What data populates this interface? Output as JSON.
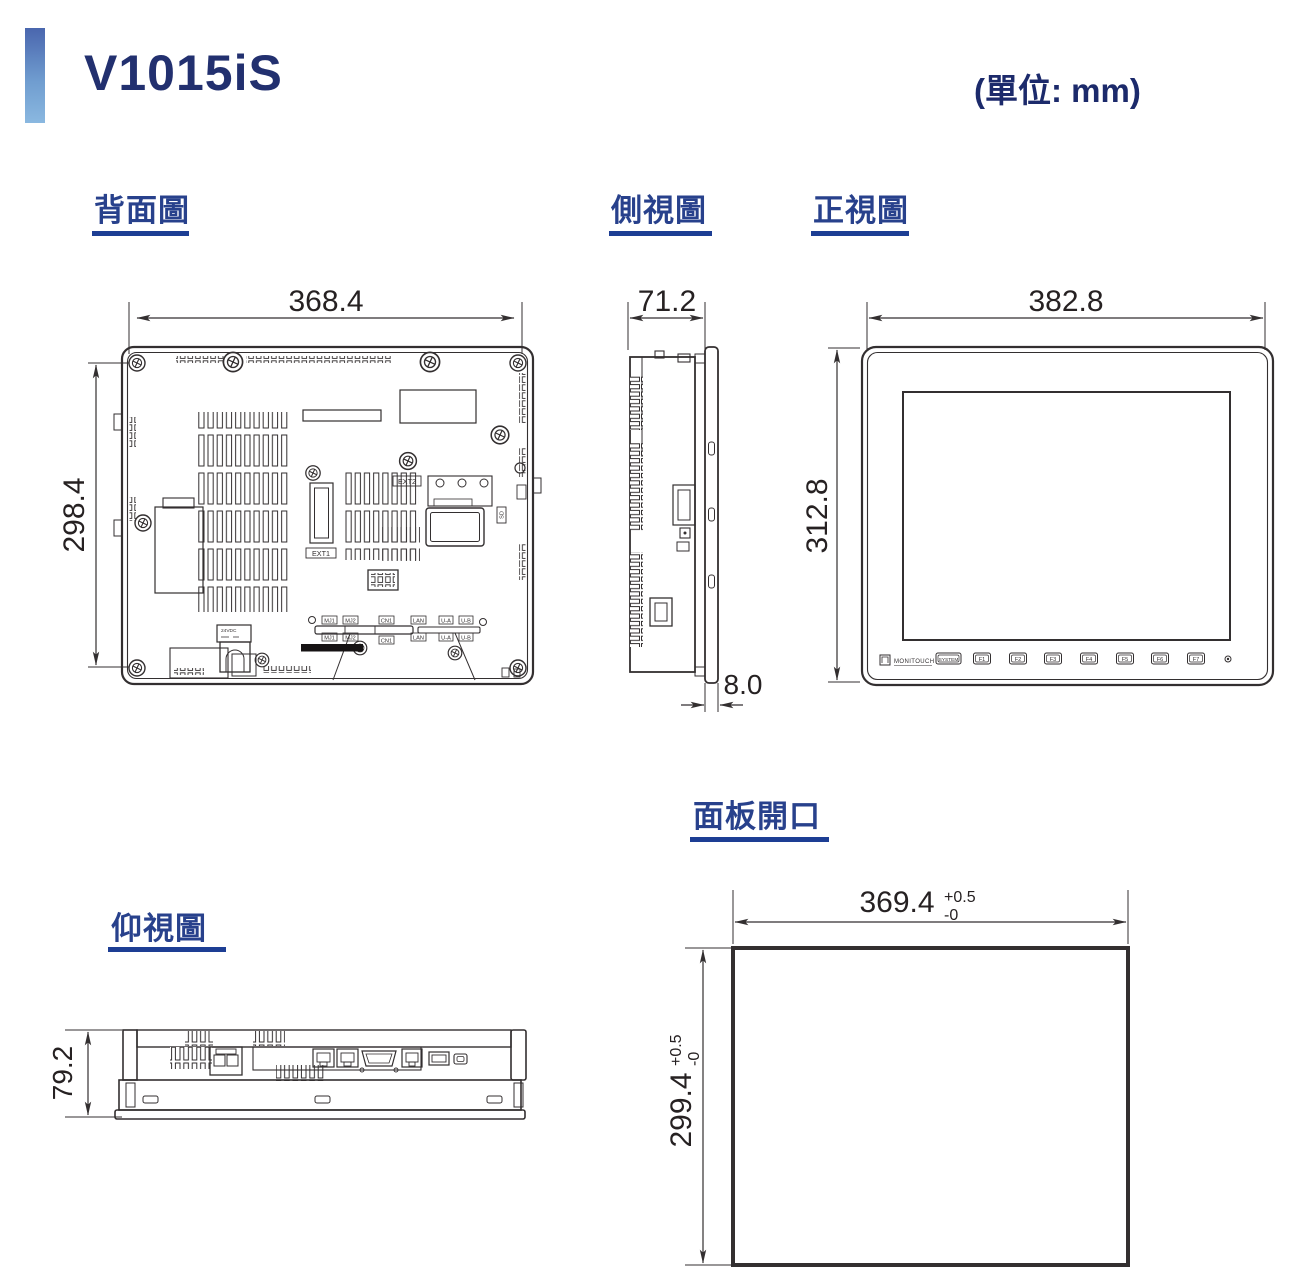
{
  "header": {
    "title": "V1015iS",
    "unit": "(單位: mm)"
  },
  "views": {
    "rear": {
      "label": "背面圖"
    },
    "side": {
      "label": "側視圖"
    },
    "front": {
      "label": "正視圖"
    },
    "bottom": {
      "label": "仰視圖"
    },
    "cutout": {
      "label": "面板開口"
    }
  },
  "dims": {
    "rear_width": "368.4",
    "rear_height": "298.4",
    "side_depth": "71.2",
    "side_panel_thickness": "8.0",
    "front_width": "382.8",
    "front_height": "312.8",
    "bottom_height": "79.2",
    "cutout_width": "369.4",
    "cutout_height": "299.4",
    "tol_plus": "+0.5",
    "tol_minus": "-0"
  },
  "rear_labels": {
    "power": "24VDC",
    "ext1": "EXT1",
    "ext2": "EXT2",
    "sd": "SD",
    "mj1": "MJ1",
    "mj2": "MJ2",
    "cn1": "CN1",
    "lan": "LAN",
    "usb_a": "U-A",
    "usb_b": "U-B"
  },
  "front_labels": {
    "brand": "MONITOUCH",
    "buttons": [
      "SYSTEM",
      "F1",
      "F2",
      "F3",
      "F4",
      "F5",
      "F6",
      "F7"
    ]
  },
  "colors": {
    "title_navy": "#22306f",
    "label_navy": "#28418c",
    "underline_navy": "#1d3e94",
    "bar_gradient_top": "#4a66ae",
    "bar_gradient_bottom": "#8ab8e0",
    "drawing_line": "#332f30"
  }
}
